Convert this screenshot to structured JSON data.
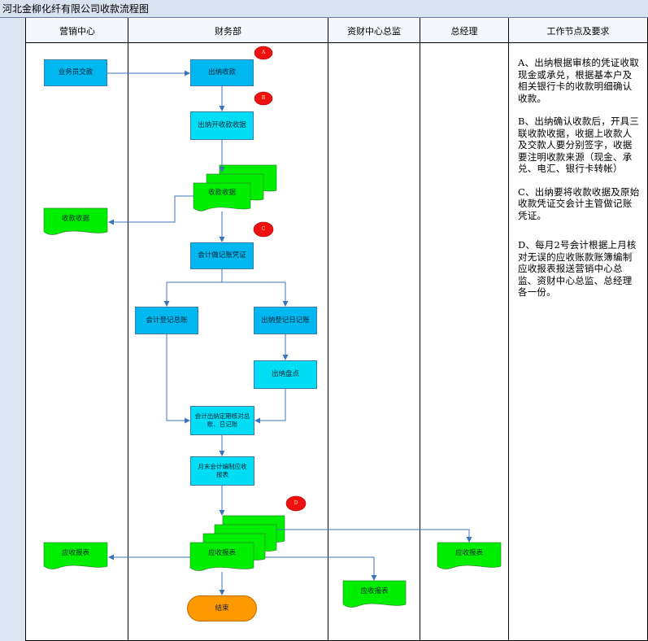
{
  "title": "河北金柳化纤有限公司收款流程图",
  "lanes": {
    "marketing": "营销中心",
    "finance": "财务部",
    "assets": "资财中心总监",
    "gm": "总经理",
    "notes": "工作节点及要求"
  },
  "nodes": {
    "salesman_pay": "业务员交款",
    "cashier_receive": "出纳收款",
    "cashier_issue_receipt": "出纳开收款收据",
    "receipt_stack": "收款收据",
    "receipt_marketing": "收款收据",
    "accountant_voucher": "会计做记账凭证",
    "accountant_ledger": "会计登记总账",
    "cashier_journal": "出纳登记日记账",
    "cashier_count": "出纳盘点",
    "reconcile": "会计出纳定期核对总账、日记账",
    "month_end": "月末会计编制应收报表",
    "report_stack": "应收报表",
    "report_marketing": "应收报表",
    "report_assets": "应收报表",
    "report_gm": "应收报表",
    "end": "结束"
  },
  "badges": {
    "a": "A",
    "b": "B",
    "c": "C",
    "d": "D"
  },
  "notes": {
    "a": "A、出纳根据审核的凭证收取现金或承兑，根据基本户及相关银行卡的收款明细确认收款。",
    "b": "B、出纳确认收款后，开具三联收款收据，收据上收款人及交款人要分别签字，收据要注明收款来源（现金、承兑、电汇、银行卡转帐）",
    "c": "C、出纳要将收款收据及原始收款凭证交会计主管做记账凭证。",
    "d": "D、每月2号会计根据上月核对无误的应收账款账簿编制应收报表报送营销中心总监、资财中心总监、总经理各一份。"
  },
  "colors": {
    "process_fill": "#00b7ef",
    "process_fill_light": "#00ddf5",
    "document_fill": "#00ee00",
    "end_fill": "#ff9900",
    "badge_fill": "#ee1111",
    "connector": "#3b74b8"
  }
}
